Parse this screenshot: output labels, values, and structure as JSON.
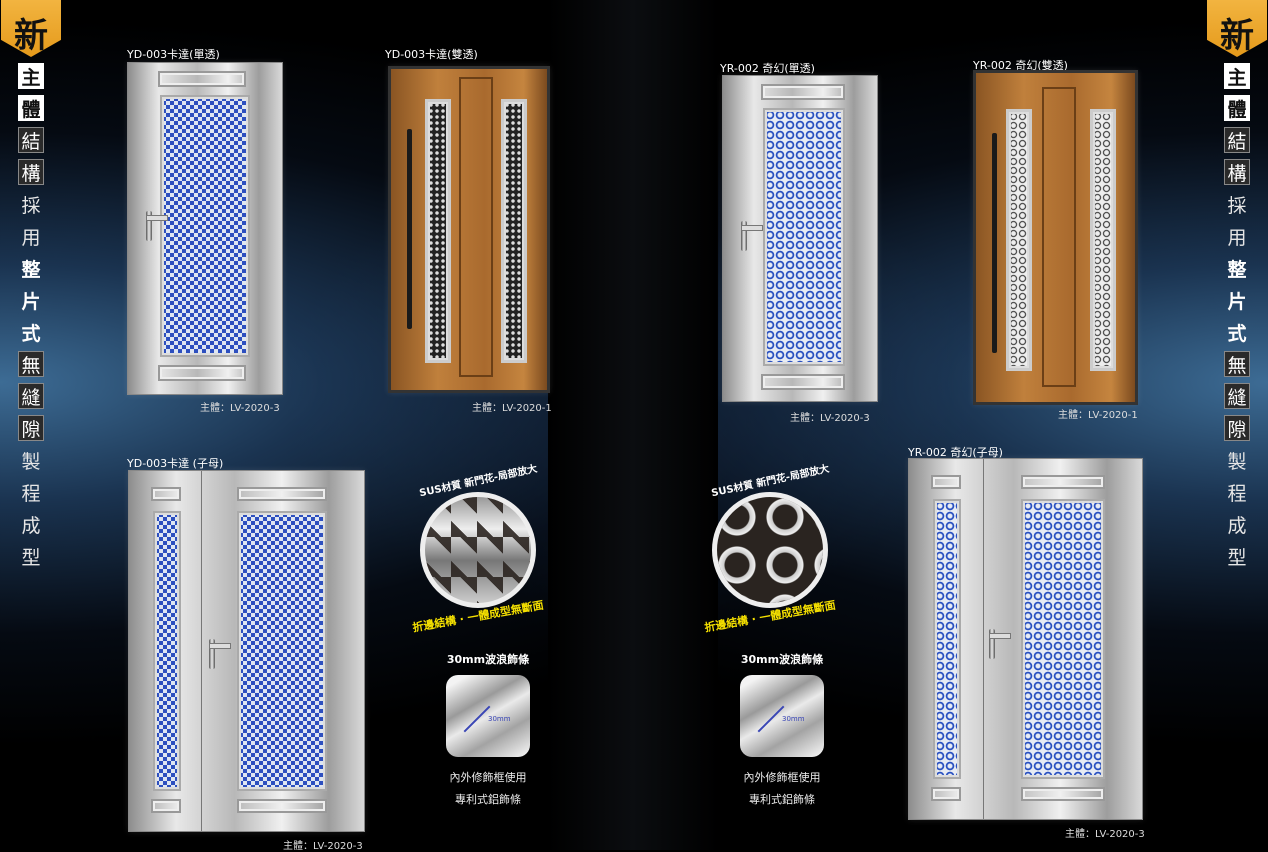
{
  "side_badge": "新",
  "side_text": [
    {
      "char": "主",
      "style": "white"
    },
    {
      "char": "體",
      "style": "white"
    },
    {
      "char": "結",
      "style": "dark"
    },
    {
      "char": "構",
      "style": "dark"
    },
    {
      "char": "採",
      "style": "plain"
    },
    {
      "char": "用",
      "style": "plain"
    },
    {
      "char": "整",
      "style": "boldc"
    },
    {
      "char": "片",
      "style": "boldc"
    },
    {
      "char": "式",
      "style": "boldc"
    },
    {
      "char": "無",
      "style": "dark"
    },
    {
      "char": "縫",
      "style": "dark"
    },
    {
      "char": "隙",
      "style": "dark"
    },
    {
      "char": "製",
      "style": "plain"
    },
    {
      "char": "程",
      "style": "plain"
    },
    {
      "char": "成",
      "style": "plain"
    },
    {
      "char": "型",
      "style": "plain"
    }
  ],
  "doors": [
    {
      "label": "YD-003卡達(單透)",
      "caption": "主體：LV-2020-3"
    },
    {
      "label": "YD-003卡達(雙透)",
      "caption": "主體：LV-2020-1"
    },
    {
      "label": "YR-002 奇幻(單透)",
      "caption": "主體：LV-2020-3"
    },
    {
      "label": "YR-002 奇幻(雙透)",
      "caption": "主體：LV-2020-1"
    },
    {
      "label": "YD-003卡達 (子母)",
      "caption": "主體：LV-2020-3"
    },
    {
      "label": "YR-002 奇幻(子母)",
      "caption": "主體：LV-2020-3"
    }
  ],
  "detail": {
    "circle_top": "SUS材質 新門花-局部放大",
    "circle_bottom": "折邊結構 · 一體成型無斷面",
    "trim_title": "30mm波浪飾條",
    "trim_dim": "30mm",
    "trim_line1": "內外修飾框使用",
    "trim_line2": "專利式鋁飾條"
  }
}
